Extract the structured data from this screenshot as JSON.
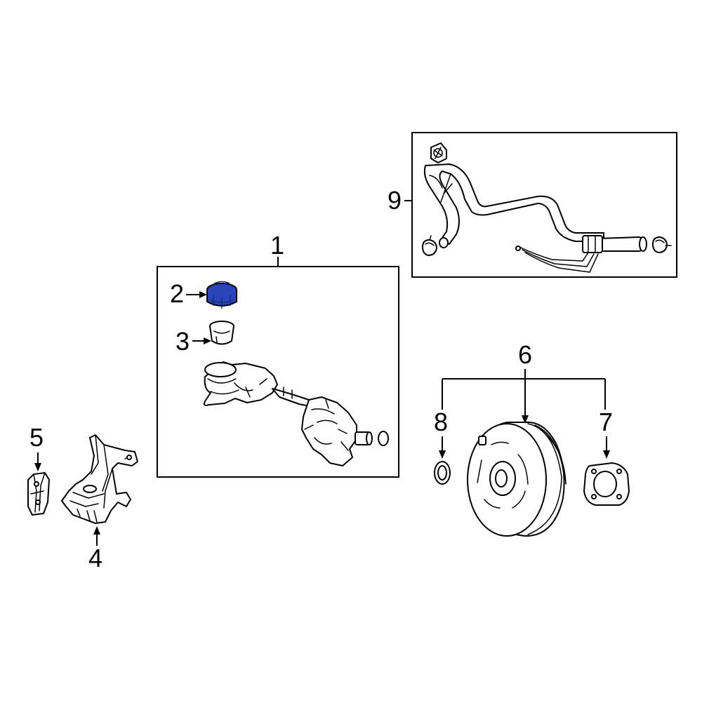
{
  "callouts": {
    "c1": "1",
    "c2": "2",
    "c3": "3",
    "c4": "4",
    "c5": "5",
    "c6": "6",
    "c7": "7",
    "c8": "8",
    "c9": "9"
  },
  "colors": {
    "highlight": "#2a45b8",
    "highlight_dark": "#1a2a80",
    "line": "#000000",
    "background": "#ffffff"
  }
}
